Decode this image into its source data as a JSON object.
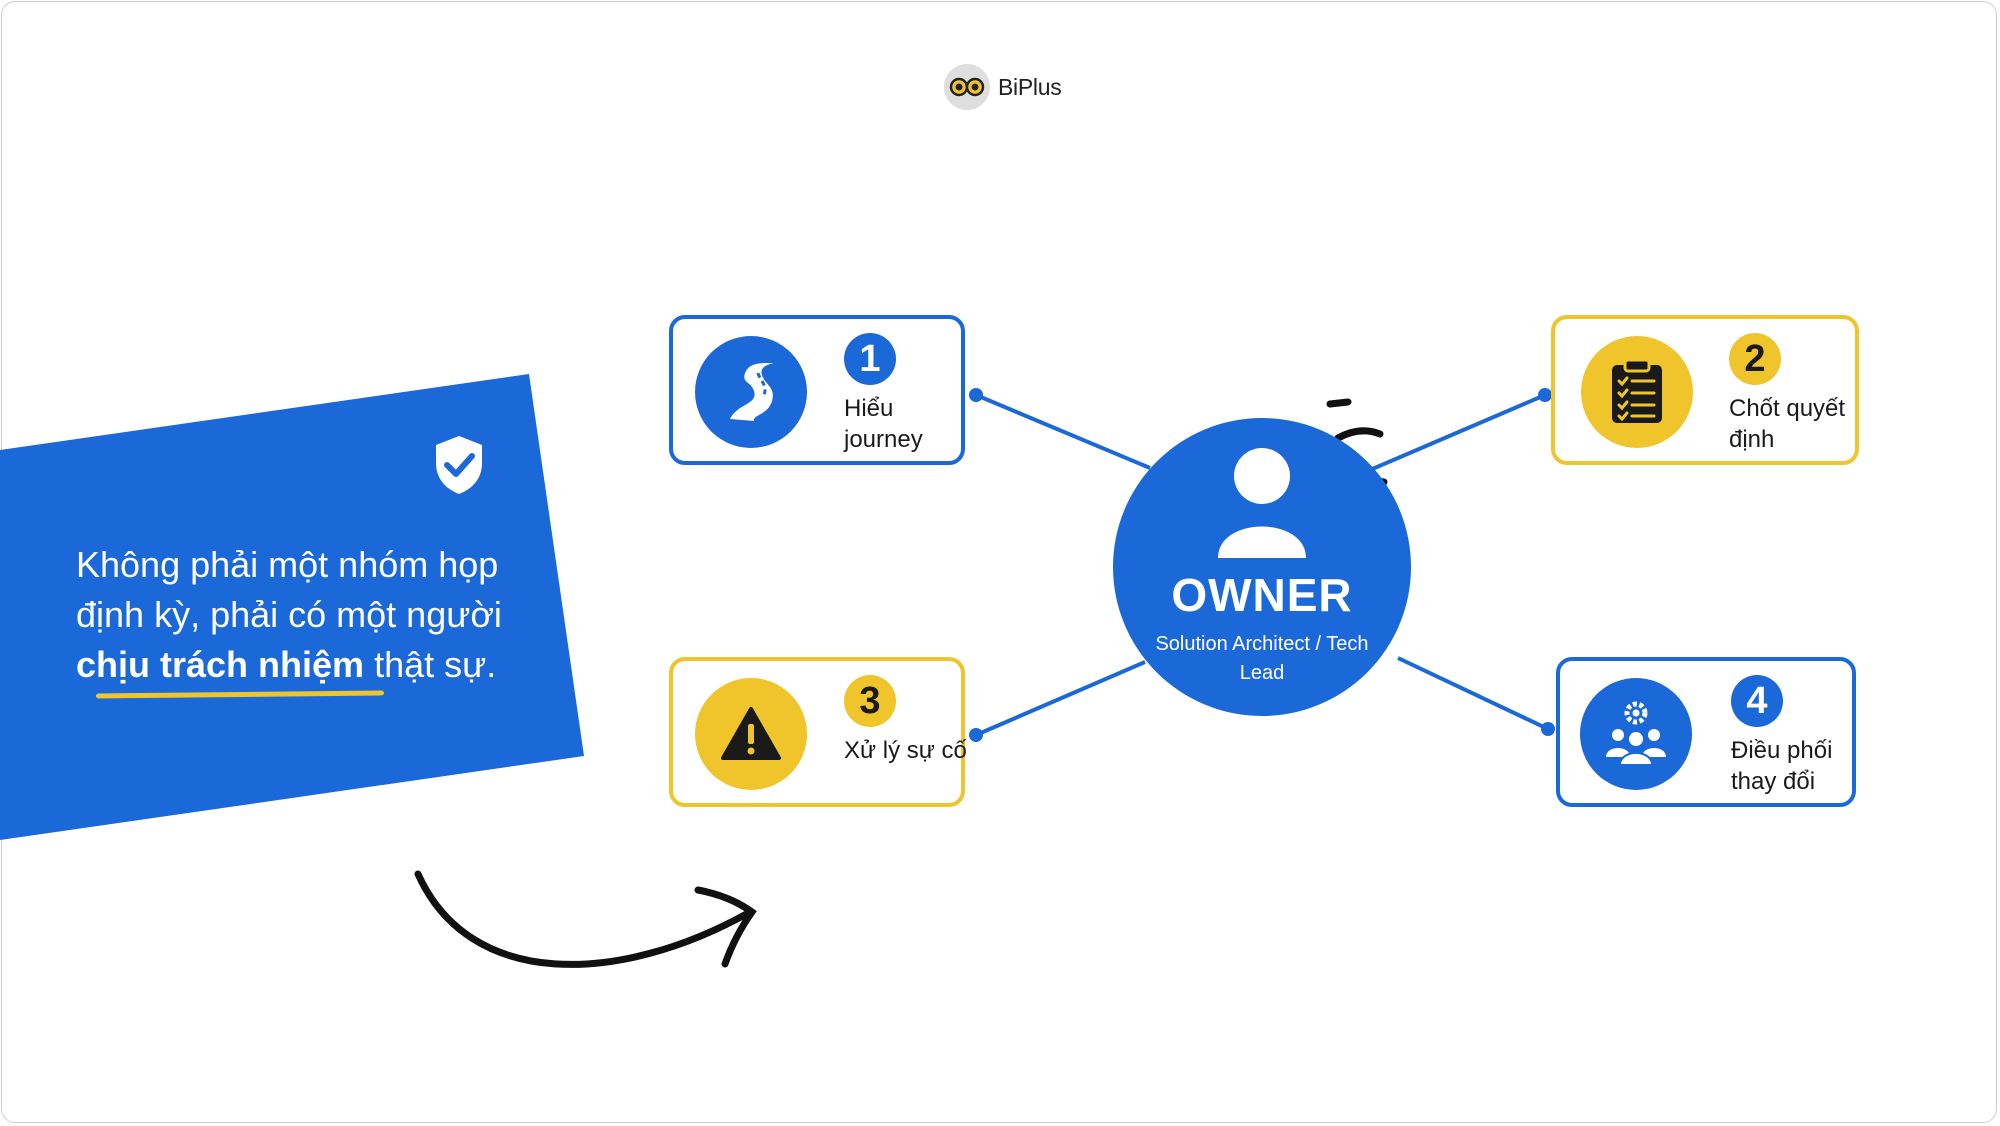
{
  "brand": {
    "name": "BiPlus"
  },
  "panel": {
    "text_before": "Không phải một nhóm họp định kỳ, phải có một người ",
    "highlight": "chịu trách nhiệm",
    "text_after": " thật sự.",
    "icon": "shield-check-icon"
  },
  "owner": {
    "title": "OWNER",
    "role": "Solution Architect / Tech Lead",
    "icon": "user-icon"
  },
  "cards": [
    {
      "number": "1",
      "label": "Hiểu journey",
      "icon": "winding-road-icon",
      "accent": "#1b68d8"
    },
    {
      "number": "2",
      "label": "Chốt quyết định",
      "icon": "clipboard-checklist-icon",
      "accent": "#f0c52b"
    },
    {
      "number": "3",
      "label": "Xử lý sự cố",
      "icon": "warning-icon",
      "accent": "#f0c52b"
    },
    {
      "number": "4",
      "label": "Điều phối thay đổi",
      "icon": "team-gear-icon",
      "accent": "#1b68d8"
    }
  ],
  "colors": {
    "blue": "#1b68d8",
    "yellow": "#f0c52b",
    "dark": "#1a1a1a"
  }
}
